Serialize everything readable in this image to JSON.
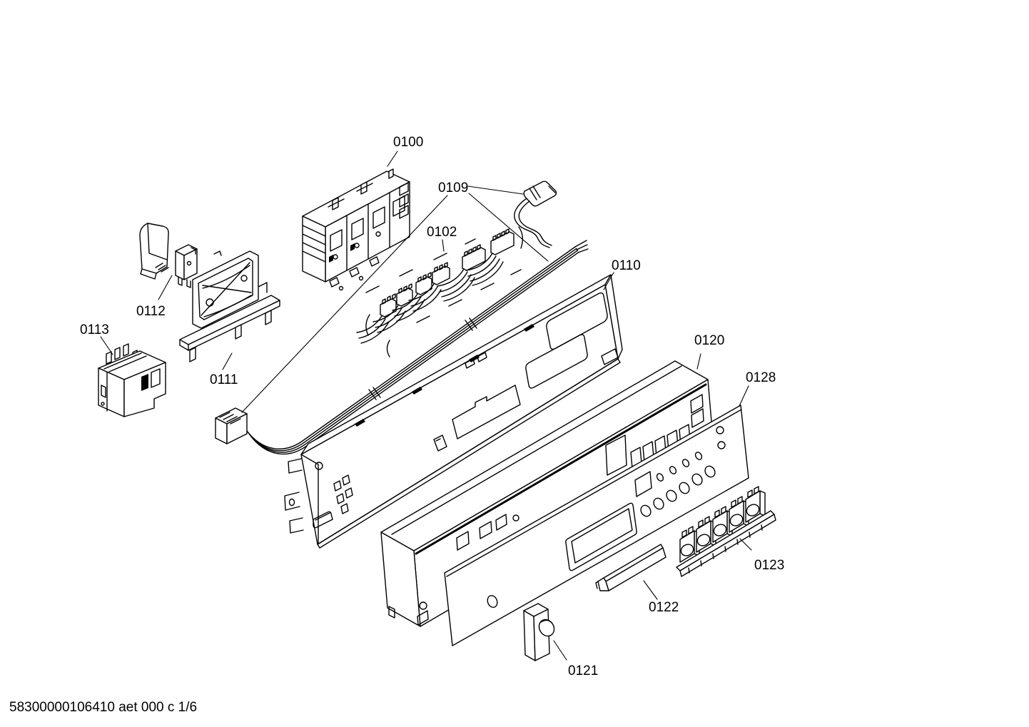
{
  "document": {
    "footer": "58300000106410 aet 000 c 1/6"
  },
  "colors": {
    "line": "#000000",
    "background": "#ffffff"
  },
  "labels": {
    "0100": "0100",
    "0102": "0102",
    "0109": "0109",
    "0110": "0110",
    "0111": "0111",
    "0112": "0112",
    "0113": "0113",
    "0120": "0120",
    "0121": "0121",
    "0122": "0122",
    "0123": "0123",
    "0128": "0128"
  }
}
